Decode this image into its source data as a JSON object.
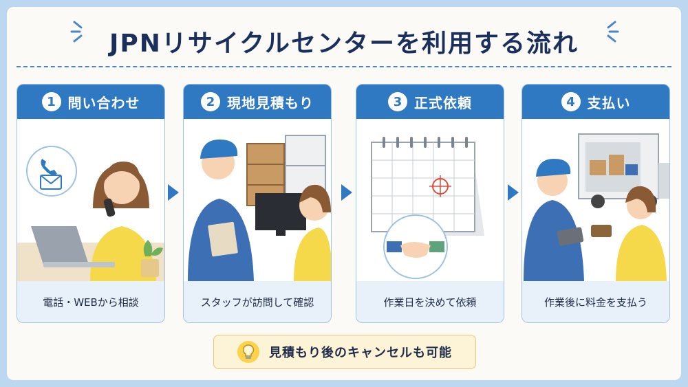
{
  "title": "JPNリサイクルセンターを利用する流れ",
  "steps": [
    {
      "number": "1",
      "title": "問い合わせ",
      "caption": "電話・WEBから相談"
    },
    {
      "number": "2",
      "title": "現地見積もり",
      "caption": "スタッフが訪問して確認"
    },
    {
      "number": "3",
      "title": "正式依頼",
      "caption": "作業日を決めて依頼"
    },
    {
      "number": "4",
      "title": "支払い",
      "caption": "作業後に料金を支払う"
    }
  ],
  "note": {
    "text": "見積もり後のキャンセルも可能",
    "icon": "lightbulb-icon"
  },
  "colors": {
    "accent": "#2f78c2",
    "title": "#1b2f5c",
    "background": "#bcd7ef",
    "note_bg": "#fdf3d6"
  }
}
